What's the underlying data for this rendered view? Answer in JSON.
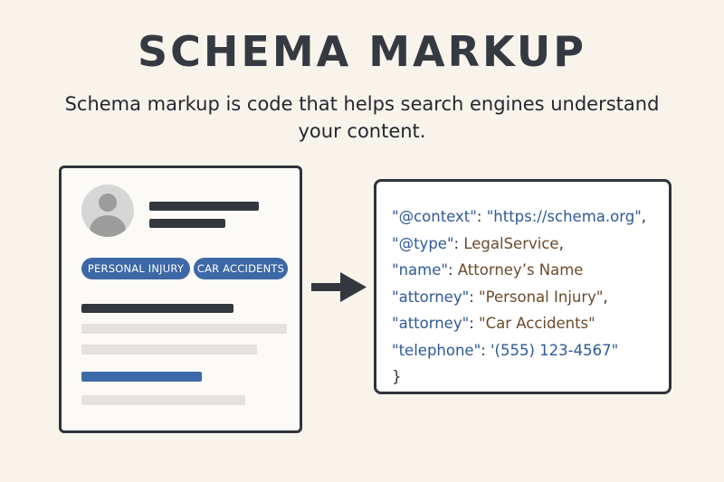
{
  "title": "SCHEMA MARKUP",
  "subtitle_line1": "Schema markup is code that helps search engines understand",
  "subtitle_line2": "your content.",
  "card": {
    "tags": [
      "PERSONAL INJURY",
      "CAR ACCIDENTS"
    ]
  },
  "code": {
    "lines": [
      {
        "key": "\"@context\"",
        "sep": ": ",
        "value": "\"https://schema.org\"",
        "end": ","
      },
      {
        "key": "\"@type\"",
        "sep": ": ",
        "value": "LegalService",
        "end": ","
      },
      {
        "key": "\"name\"",
        "sep": ": ",
        "value": "Attorney’s Name",
        "end": ""
      },
      {
        "key": "\"attorney\"",
        "sep": ": ",
        "value": "\"Personal Injury\"",
        "end": ","
      },
      {
        "key": "\"attorney\"",
        "sep": ": ",
        "value": "\"Car Accidents\"",
        "end": ""
      },
      {
        "key": "\"telephone\"",
        "sep": ": ",
        "value": "'(555) 123-4567\"",
        "end": ""
      }
    ],
    "closing": "}"
  },
  "colors": {
    "background": "#f8f4ec",
    "accent_blue": "#3c68a6",
    "dark": "#2f333a",
    "value_brown": "#6b4a2a"
  }
}
